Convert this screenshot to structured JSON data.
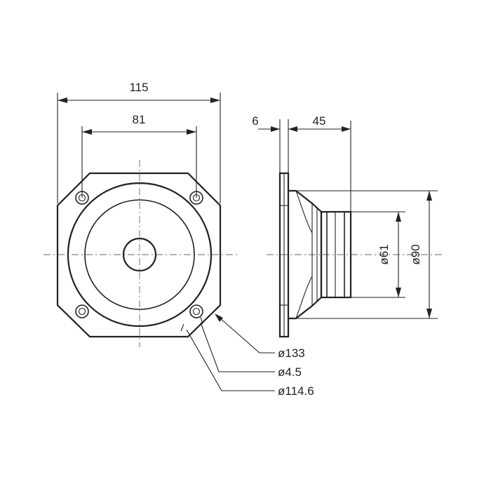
{
  "front_view": {
    "width_overall": "115",
    "width_inner": "81"
  },
  "side_view": {
    "flange_thickness": "6",
    "depth": "45",
    "diameter_magnet": "ø61",
    "diameter_body": "ø90"
  },
  "callouts": {
    "diameter_133": "ø133",
    "hole_diameter": "ø4.5",
    "diameter_114_6": "ø114.6"
  }
}
